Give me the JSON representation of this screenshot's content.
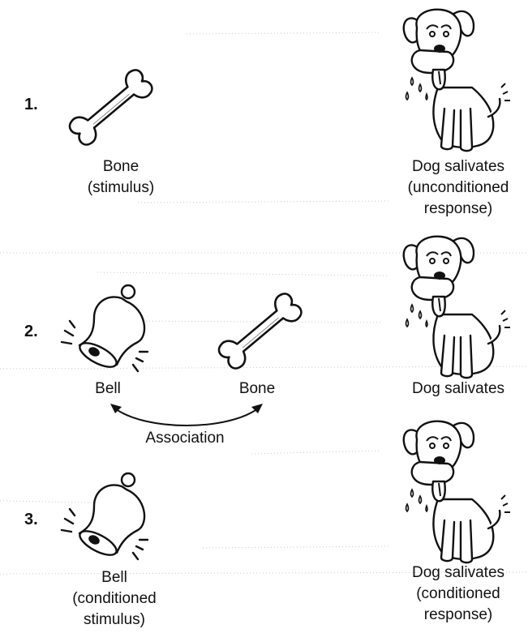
{
  "steps": [
    {
      "number": "1.",
      "stimulus_name": "Bone",
      "stimulus_role": "(stimulus)",
      "response_line1": "Dog salivates",
      "response_line2": "(unconditioned",
      "response_line3": "response)"
    },
    {
      "number": "2.",
      "bell_label": "Bell",
      "bone_label": "Bone",
      "response_line1": "Dog salivates",
      "association_label": "Association"
    },
    {
      "number": "3.",
      "stimulus_name": "Bell",
      "stimulus_role_line1": "(conditioned",
      "stimulus_role_line2": "stimulus)",
      "response_line1": "Dog salivates",
      "response_line2": "(conditioned",
      "response_line3": "response)"
    }
  ]
}
